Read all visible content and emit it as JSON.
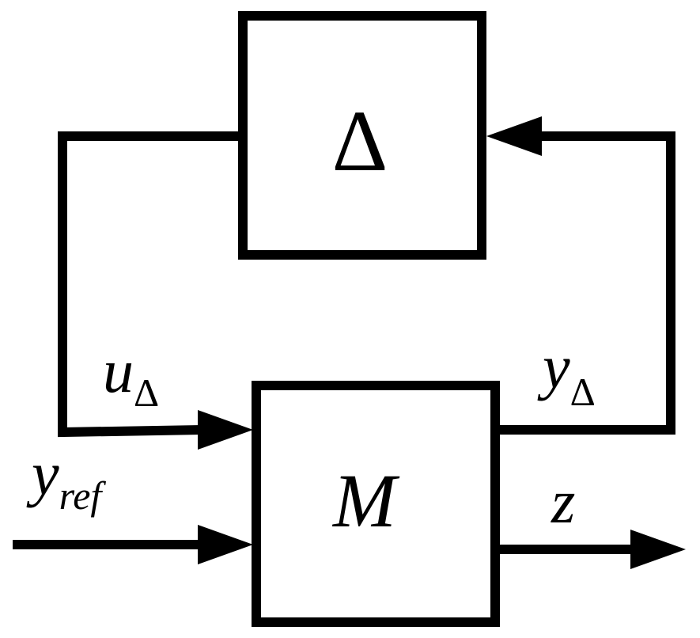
{
  "blocks": {
    "delta": {
      "label": "Δ"
    },
    "m": {
      "label": "M"
    }
  },
  "signals": {
    "u_delta": {
      "base": "u",
      "sub": "Δ"
    },
    "y_delta": {
      "base": "y",
      "sub": "Δ"
    },
    "y_ref": {
      "base": "y",
      "sub": "ref"
    },
    "z": {
      "base": "z"
    }
  }
}
